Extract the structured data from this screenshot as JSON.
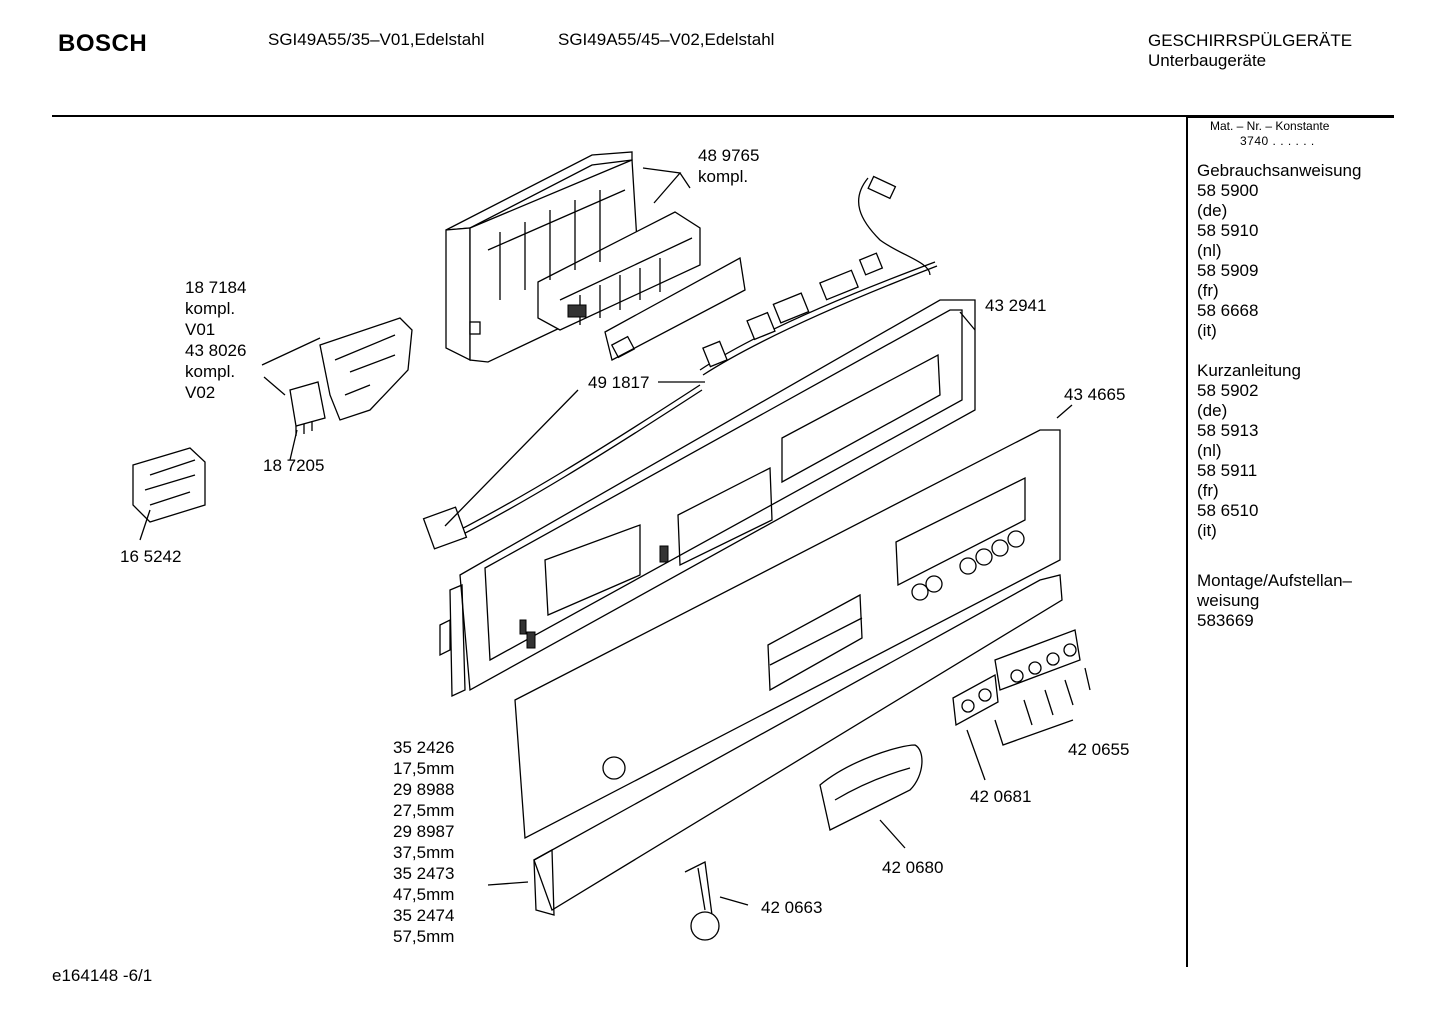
{
  "header": {
    "brand": "BOSCH",
    "model_1": "SGI49A55/35–V01,Edelstahl",
    "model_2": "SGI49A55/45–V02,Edelstahl",
    "category": "GESCHIRRSPÜLGERÄTE",
    "subcategory": "Unterbaugeräte"
  },
  "sidebar": {
    "mat_heading": "Mat. – Nr. – Konstante",
    "mat_value": "3740 . .   . . . .",
    "groups": [
      {
        "title": "Gebrauchsanweisung",
        "lines": [
          "58 5900",
          "(de)",
          "58 5910",
          "(nl)",
          "58 5909",
          "(fr)",
          "58 6668",
          "(it)"
        ]
      },
      {
        "title": "Kurzanleitung",
        "lines": [
          "58 5902",
          "(de)",
          "58 5913",
          "(nl)",
          "58 5911",
          "(fr)",
          "58 6510",
          "(it)"
        ]
      },
      {
        "title": "Montage/Aufstellan–",
        "lines": [
          "weisung",
          "583669"
        ]
      }
    ]
  },
  "labels": {
    "l489765": [
      "48 9765",
      "kompl."
    ],
    "l187184": [
      "18 7184",
      "kompl.",
      "V01",
      "43 8026",
      "kompl.",
      "V02"
    ],
    "l432941": [
      "43 2941"
    ],
    "l491817": [
      "49 1817"
    ],
    "l434665": [
      "43 4665"
    ],
    "l187205": [
      "18 7205"
    ],
    "l165242": [
      "16 5242"
    ],
    "l352426": [
      "35 2426",
      "17,5mm",
      "29 8988",
      "27,5mm",
      "29 8987",
      "37,5mm",
      "35 2473",
      "47,5mm",
      "35 2474",
      "57,5mm"
    ],
    "l420655": [
      "42 0655"
    ],
    "l420681": [
      "42 0681"
    ],
    "l420680": [
      "42 0680"
    ],
    "l420663": [
      "42 0663"
    ]
  },
  "footer": {
    "code": "e164148 -6/1"
  }
}
